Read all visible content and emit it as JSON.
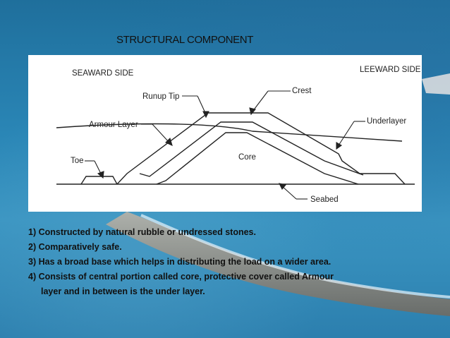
{
  "title": "STRUCTURAL COMPONENT",
  "diagram": {
    "seaward_side": "SEAWARD SIDE",
    "leeward_side": "LEEWARD SIDE",
    "runup_tip": "Runup Tip",
    "crest": "Crest",
    "armour_layer": "Armour Layer",
    "underlayer": "Underlayer",
    "toe": "Toe",
    "core": "Core",
    "seabed": "Seabed"
  },
  "points": [
    "1) Constructed by natural rubble or undressed stones.",
    "2) Comparatively safe.",
    "3) Has a broad base which helps in distributing the load on a wider area.",
    "4) Consists of central portion called core, protective cover called Armour",
    "layer and in between is the under layer."
  ],
  "colors": {
    "sea": "#2a86b6",
    "panel": "#ffffff",
    "line": "#222222"
  }
}
